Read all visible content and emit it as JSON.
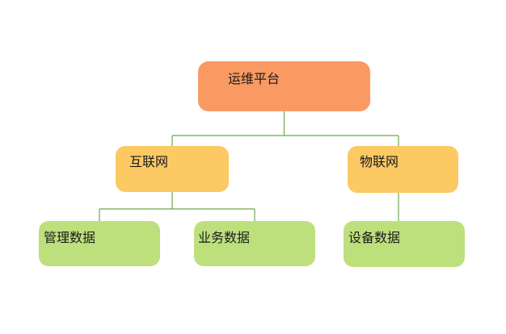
{
  "diagram": {
    "type": "tree",
    "background": "#ffffff",
    "colors": {
      "root": "#FA9A63",
      "branch": "#FDC963",
      "leaf": "#BDE07D",
      "connector": "#6AA84F",
      "text": "#1A1A1A"
    },
    "nodes": {
      "root": {
        "label": "运维平台"
      },
      "internet": {
        "label": "互联网"
      },
      "iot": {
        "label": "物联网"
      },
      "management_data": {
        "label": "管理数据"
      },
      "business_data": {
        "label": "业务数据"
      },
      "device_data": {
        "label": "设备数据"
      }
    },
    "tree": {
      "label": "运维平台",
      "children": [
        {
          "label": "互联网",
          "children": [
            {
              "label": "管理数据"
            },
            {
              "label": "业务数据"
            }
          ]
        },
        {
          "label": "物联网",
          "children": [
            {
              "label": "设备数据"
            }
          ]
        }
      ]
    }
  }
}
